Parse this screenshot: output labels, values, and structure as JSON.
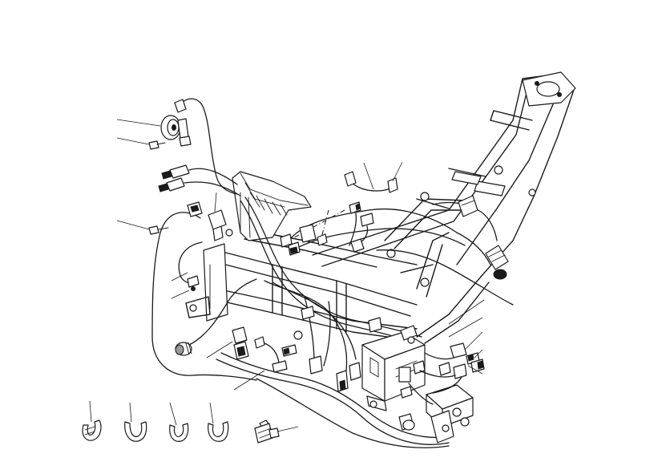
{
  "figure": {
    "kind": "exploded-parts-diagram",
    "caption": "",
    "callout_labels": []
  },
  "components": {
    "frame": "motorcycle-frame",
    "horn": "horn",
    "battery_tray": "battery-tray",
    "ecu": "engine-control-unit",
    "regulator": "voltage-regulator",
    "main_harness": "main-wiring-harness",
    "lambda_sensor": "lambda-sensor",
    "cable_clips": [
      "cable-clip",
      "cable-clip",
      "cable-clip",
      "cable-clip"
    ]
  },
  "colors": {
    "line": "#1a1a1a",
    "background": "#ffffff",
    "shade": "#9a9a9a"
  }
}
